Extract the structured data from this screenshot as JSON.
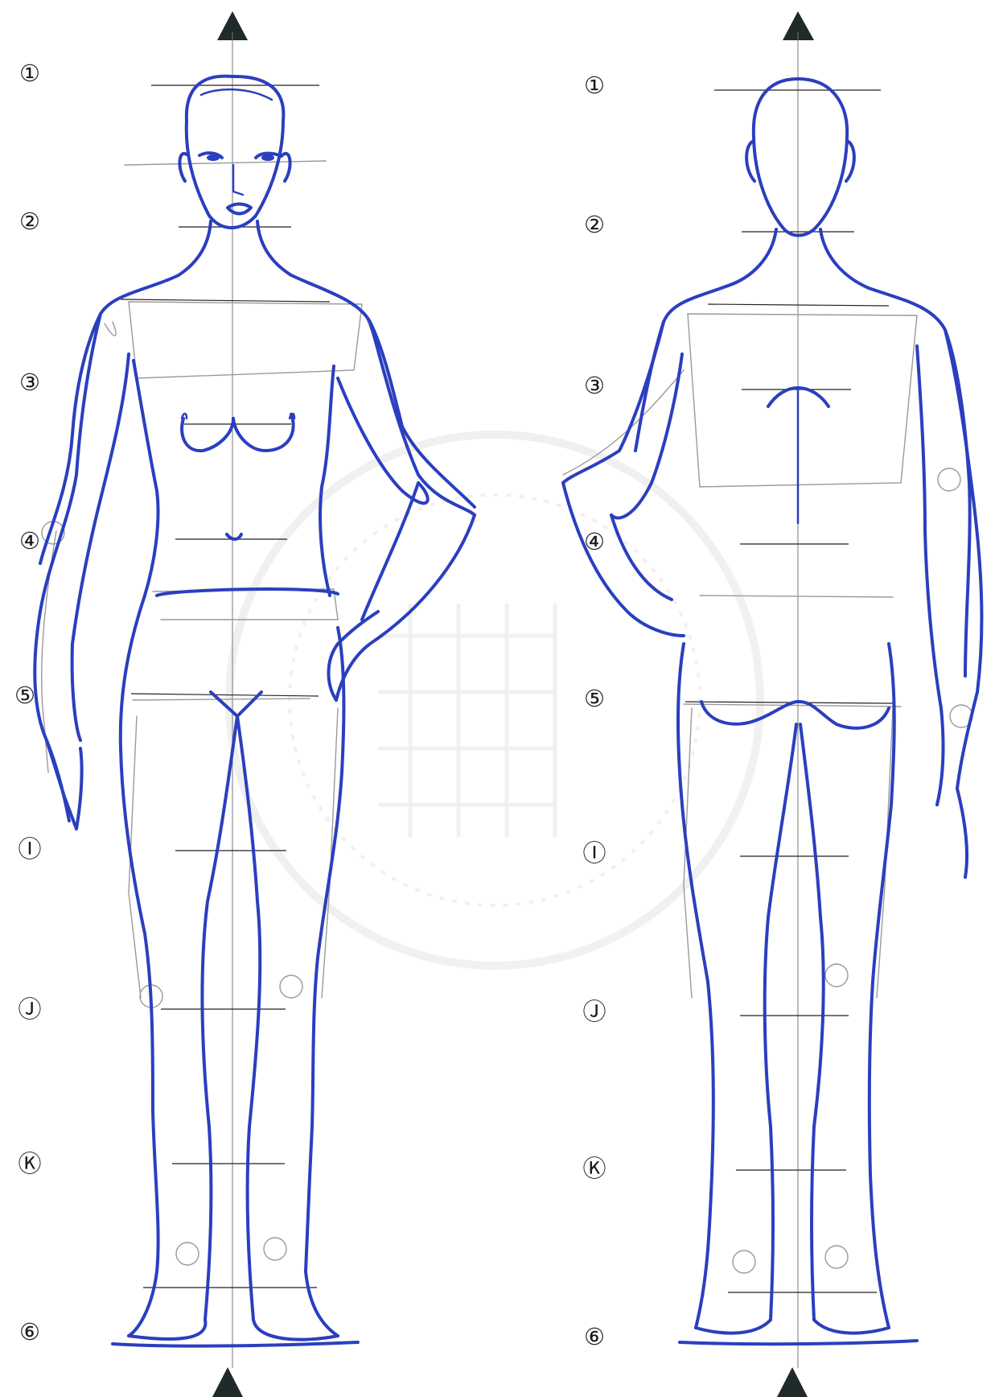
{
  "colors": {
    "ink": "#2a3fbf",
    "pencil": "#9a9a9a",
    "guide": "#222222",
    "arrow": "#1f2a2a"
  },
  "figures": [
    {
      "id": "front",
      "labels": [
        "①",
        "②",
        "③",
        "④",
        "⑤",
        "Ⓘ",
        "Ⓙ",
        "Ⓚ",
        "⑥"
      ]
    },
    {
      "id": "back",
      "labels": [
        "①",
        "②",
        "③",
        "④",
        "⑤",
        "Ⓘ",
        "Ⓙ",
        "Ⓚ",
        "⑥"
      ]
    }
  ],
  "icons": {
    "top_arrow": "triangle-up",
    "bottom_arrow": "triangle-up"
  }
}
